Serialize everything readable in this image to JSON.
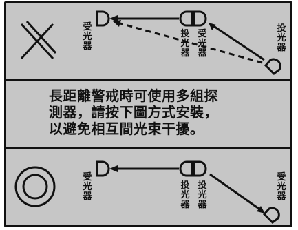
{
  "top_diagram": {
    "symbol": "wrong-x",
    "receiver_left_label": "受光器",
    "emitter_label": "投光器",
    "receiver_middle_label": "受光器",
    "emitter_right_label": "投光器"
  },
  "instruction": {
    "lines": [
      "長距離警戒時可使用多組探",
      "測器，請按下圖方式安裝，",
      "以避免相互間光束干擾。"
    ]
  },
  "bottom_diagram": {
    "symbol": "correct-circle",
    "receiver_left_label": "受光器",
    "emitter_label": "投光器",
    "emitter_middle_label": "投光器",
    "receiver_right_label": "受光器"
  },
  "colors": {
    "panel_background": "#c6c6c6",
    "ink": "#111111"
  }
}
